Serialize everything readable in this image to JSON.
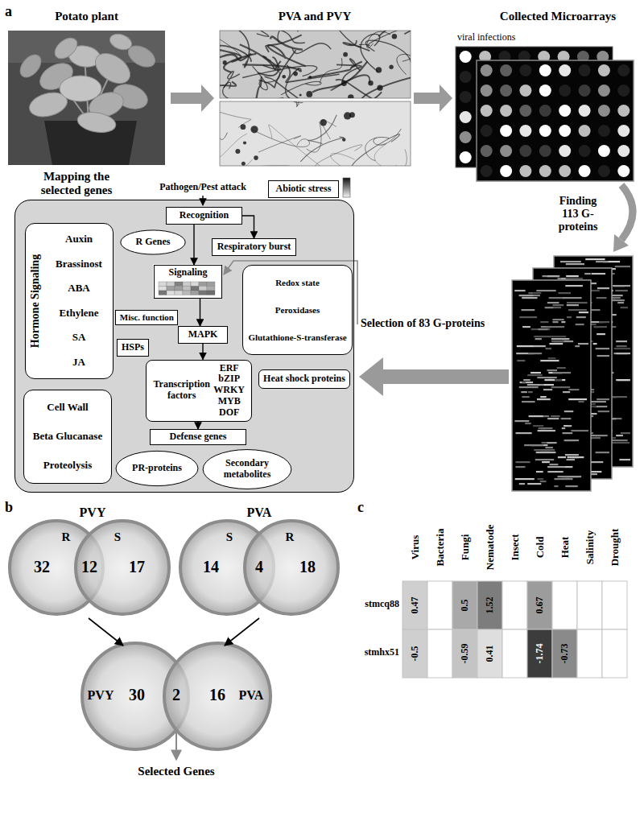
{
  "diagram": {
    "nodes": [
      {
        "text": [
          "Mapping the selected genes"
        ]
      },
      {
        "text": [
          "Abiotic stress"
        ]
      },
      {
        "text": [
          "Recognition"
        ],
        "in": 0
      },
      {
        "text": [
          "R Genes"
        ],
        "in": 0
      },
      {
        "text": [
          "Respiratory burst"
        ],
        "in": 0
      },
      {
        "text": [
          "Hormone Signaling",
          "Auxin",
          "Brassinost",
          "ABA",
          "Ethylene",
          "SA",
          "JA"
        ],
        "in": 0
      },
      {
        "text": [
          "Signaling"
        ],
        "in": 0
      },
      {
        "text": [
          "Redox state",
          "Peroxidases",
          "Glutathione-S-transferase"
        ],
        "in": 0
      },
      {
        "text": [
          "Misc. function"
        ],
        "in": 0
      },
      {
        "text": [
          "MAPK"
        ],
        "in": 0
      },
      {
        "text": [
          "HSPs"
        ],
        "in": 0
      },
      {
        "text": [
          "Transcription factors",
          "ERF",
          "bZIP",
          "WRKY",
          "MYB",
          "DOF"
        ],
        "in": 0
      },
      {
        "text": [
          "Heat shock proteins"
        ],
        "in": 0
      },
      {
        "text": [
          "Cell Wall",
          "Beta Glucanase",
          "Proteolysis"
        ],
        "in": 0
      },
      {
        "text": [
          "Defense genes"
        ],
        "in": 0
      },
      {
        "text": [
          "PR-proteins"
        ],
        "in": 0
      },
      {
        "text": [
          "Secondary metabolites"
        ],
        "in": 0
      }
    ],
    "edges": [
      {
        "from": 2,
        "to": 6,
        "arrow": "to"
      },
      {
        "from": 2,
        "to": 4,
        "arrow": "to"
      },
      {
        "from": 6,
        "to": 9,
        "arrow": "to"
      },
      {
        "from": 9,
        "to": 11,
        "arrow": "to"
      },
      {
        "from": 11,
        "to": 14,
        "arrow": "to"
      }
    ],
    "labels": [
      "a",
      "Potato plant",
      "PVA and PVY",
      "Collected Microarrays",
      "viral infections",
      "Finding 113 G-proteins",
      "Selection of 83 G-proteins",
      "Pathogen/Pest attack",
      "b",
      "PVY",
      "R",
      "S",
      "32",
      "12",
      "17",
      "PVA",
      "S",
      "R",
      "14",
      "4",
      "18",
      "PVY",
      "30",
      "2",
      "16",
      "PVA",
      "Selected Genes",
      "c",
      "Virus",
      "Bacteria",
      "Fungi",
      "Nematode",
      "Insect",
      "Cold",
      "Heat",
      "Salinity",
      "Drought",
      "stmcq88",
      "0.47",
      "0.5",
      "1.52",
      "0.67",
      "stmhx51",
      "-0.5",
      "-0.59",
      "0.41",
      "-1.74",
      "-0.73"
    ]
  }
}
